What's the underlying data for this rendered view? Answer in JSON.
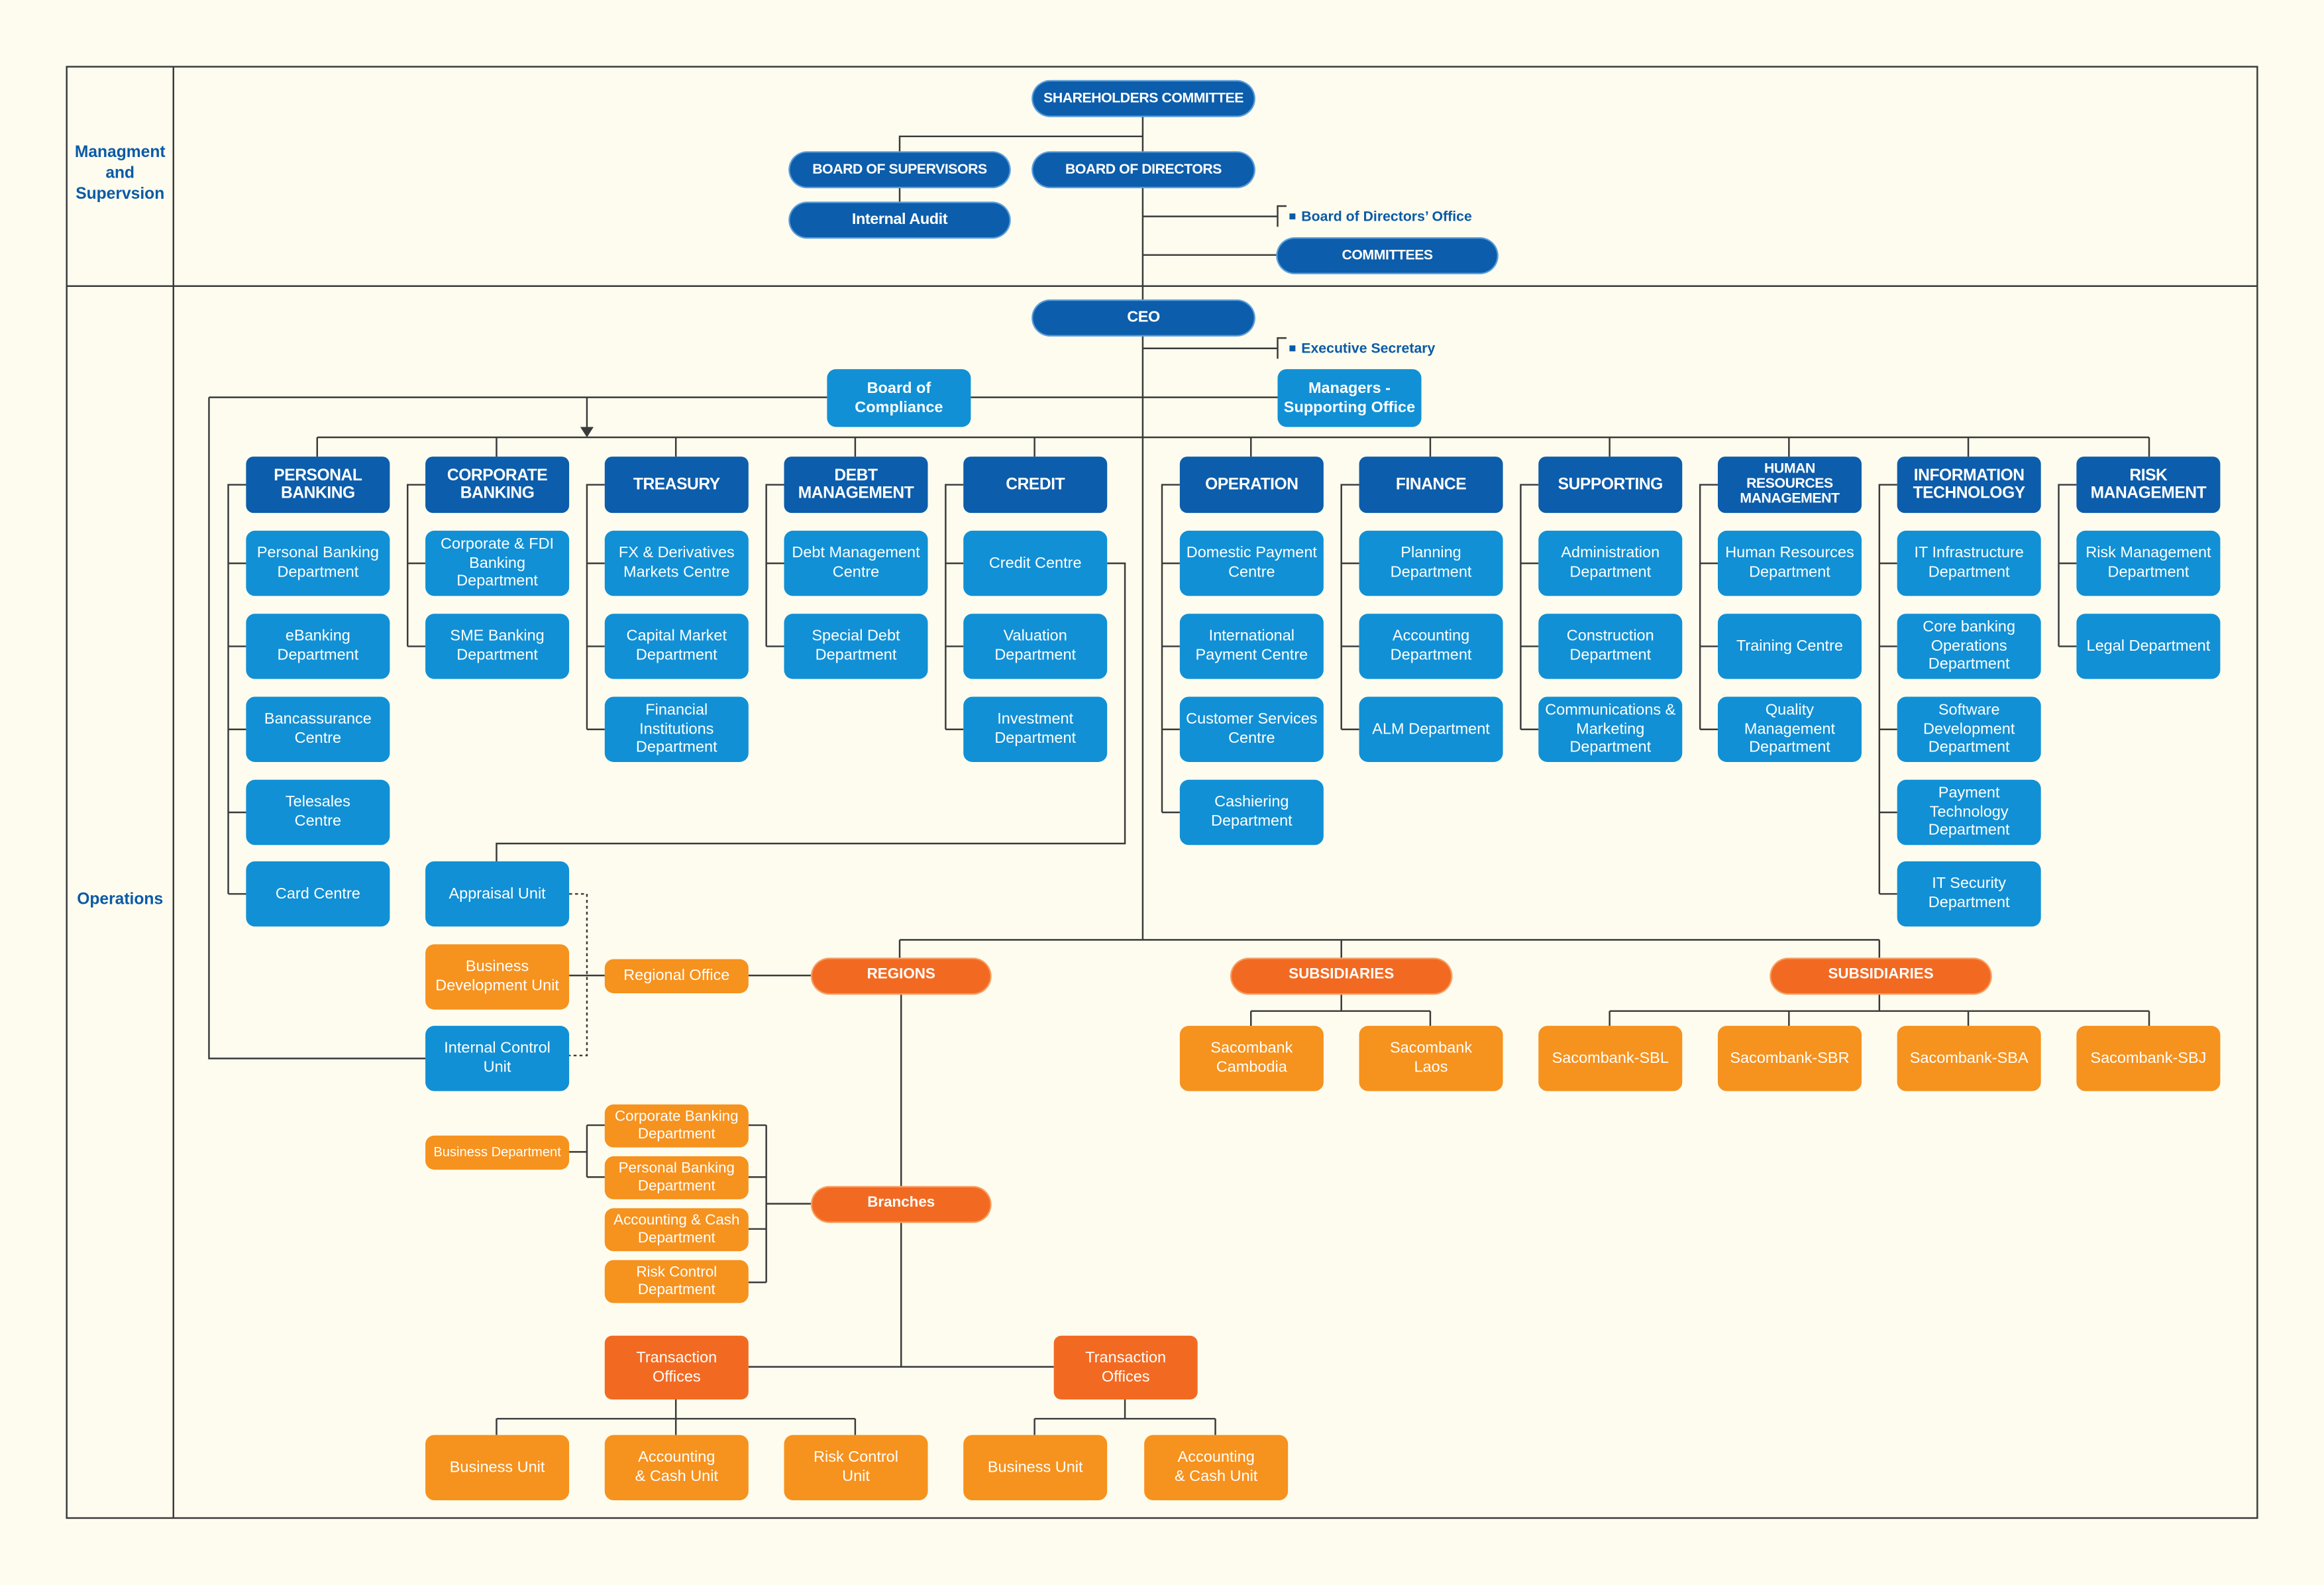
{
  "colors": {
    "background": "#fdfcef",
    "dark_blue": "#0c5dab",
    "light_blue": "#1190d5",
    "light_orange": "#f6921e",
    "dark_orange": "#f26a22",
    "label_blue": "#0b5aa6",
    "line": "#3a3a3a"
  },
  "left_labels": {
    "management": "Managment\nand\nSupervsion",
    "operations": "Operations"
  },
  "top": {
    "shareholders": "SHAREHOLDERS COMMITTEE",
    "supervisors": "BOARD OF SUPERVISORS",
    "directors": "BOARD OF DIRECTORS",
    "internal_audit": "Internal Audit",
    "directors_office": "Board of Directors’ Office",
    "committees": "COMMITTEES"
  },
  "ceo": {
    "label": "CEO",
    "executive_secretary": "Executive Secretary",
    "board_of_compliance": "Board of\nCompliance",
    "managers_supporting": "Managers -\nSupporting Office"
  },
  "divisions": [
    {
      "title": "PERSONAL\nBANKING",
      "units": [
        "Personal Banking\nDepartment",
        "eBanking\nDepartment",
        "Bancassurance\nCentre",
        "Telesales\nCentre",
        "Card Centre"
      ]
    },
    {
      "title": "CORPORATE\nBANKING",
      "units": [
        "Corporate & FDI\nBanking\nDepartment",
        "SME Banking\nDepartment"
      ]
    },
    {
      "title": "TREASURY",
      "units": [
        "FX & Derivatives\nMarkets Centre",
        "Capital Market\nDepartment",
        "Financial\nInstitutions\nDepartment"
      ]
    },
    {
      "title": "DEBT\nMANAGEMENT",
      "units": [
        "Debt Management\nCentre",
        "Special Debt\nDepartment"
      ]
    },
    {
      "title": "CREDIT",
      "units": [
        "Credit Centre",
        "Valuation\nDepartment",
        "Investment\nDepartment"
      ]
    },
    {
      "title": "OPERATION",
      "units": [
        "Domestic Payment\nCentre",
        "International\nPayment Centre",
        "Customer Services\nCentre",
        "Cashiering\nDepartment"
      ]
    },
    {
      "title": "FINANCE",
      "units": [
        "Planning\nDepartment",
        "Accounting\nDepartment",
        "ALM Department"
      ]
    },
    {
      "title": "SUPPORTING",
      "units": [
        "Administration\nDepartment",
        "Construction\nDepartment",
        "Communications &\nMarketing\nDepartment"
      ]
    },
    {
      "title": "HUMAN\nRESOURCES\nMANAGEMENT",
      "units": [
        "Human Resources\nDepartment",
        "Training Centre",
        "Quality\nManagement\nDepartment"
      ]
    },
    {
      "title": "INFORMATION\nTECHNOLOGY",
      "units": [
        "IT Infrastructure\nDepartment",
        "Core banking\nOperations\nDepartment",
        "Software\nDevelopment\nDepartment",
        "Payment\nTechnology\nDepartment",
        "IT Security\nDepartment"
      ]
    },
    {
      "title": "RISK\nMANAGEMENT",
      "units": [
        "Risk Management\nDepartment",
        "Legal Department"
      ]
    }
  ],
  "credit_linked": {
    "appraisal": "Appraisal Unit",
    "business_development": "Business\nDevelopment Unit",
    "internal_control": "Internal Control\nUnit",
    "regional_office": "Regional Office"
  },
  "regions": {
    "title": "REGIONS",
    "branches": "Branches",
    "business_department": "Business Department",
    "branch_departments": [
      "Corporate Banking\nDepartment",
      "Personal Banking\nDepartment",
      "Accounting & Cash\nDepartment",
      "Risk Control\nDepartment"
    ],
    "transaction_offices": [
      {
        "title": "Transaction\nOffices",
        "units": [
          "Business Unit",
          "Accounting\n& Cash Unit",
          "Risk Control\nUnit"
        ]
      },
      {
        "title": "Transaction\nOffices",
        "units": [
          "Business Unit",
          "Accounting\n& Cash Unit"
        ]
      }
    ]
  },
  "subsidiaries": [
    {
      "title": "SUBSIDIARIES",
      "entities": [
        "Sacombank\nCambodia",
        "Sacombank\nLaos"
      ]
    },
    {
      "title": "SUBSIDIARIES",
      "entities": [
        "Sacombank-SBL",
        "Sacombank-SBR",
        "Sacombank-SBA",
        "Sacombank-SBJ"
      ]
    }
  ]
}
